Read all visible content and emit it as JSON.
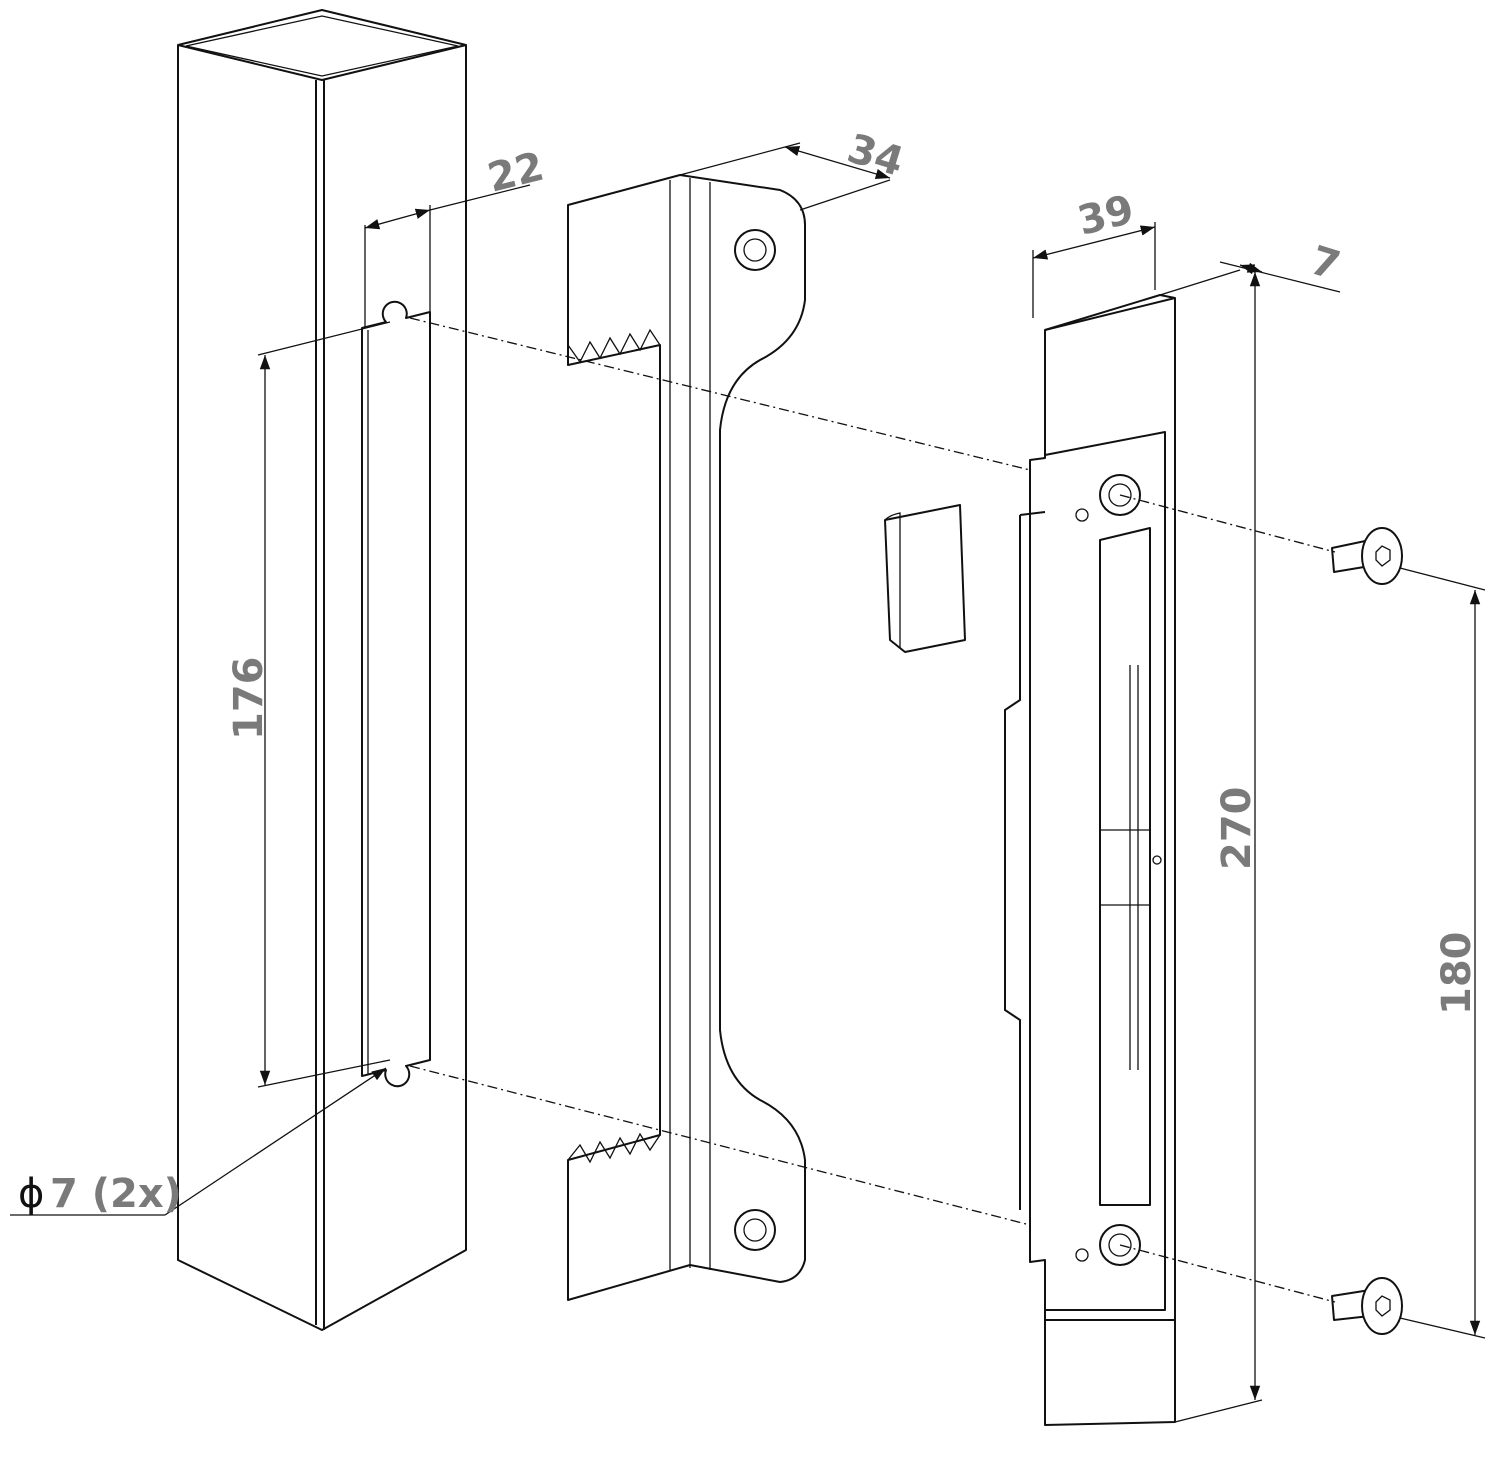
{
  "dimensions": {
    "slot_width": "22",
    "bracket_depth": "34",
    "plate_width": "39",
    "plate_thickness": "7",
    "hole_spacing_post": "176",
    "plate_length": "270",
    "screw_spacing": "180",
    "hole_diameter_symbol": "ϕ",
    "hole_diameter": "7 (2x)"
  },
  "colors": {
    "dimension_text": "#7a7a7a",
    "line": "#111111"
  }
}
